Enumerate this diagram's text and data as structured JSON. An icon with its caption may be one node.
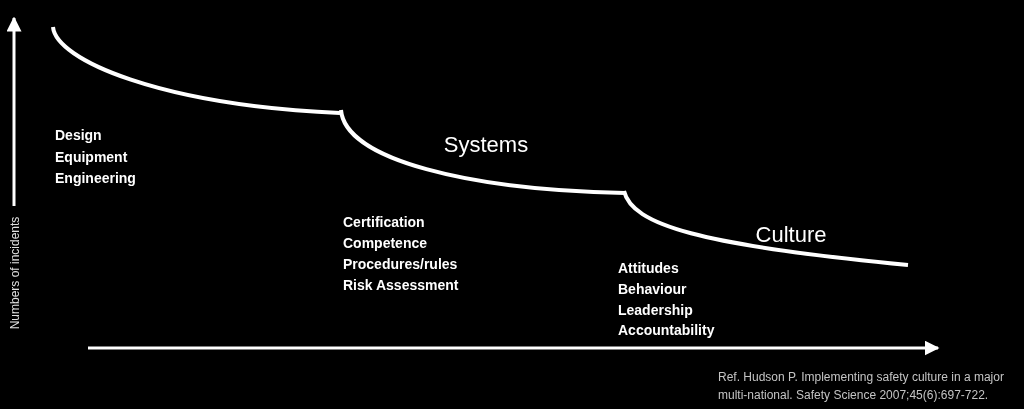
{
  "diagram": {
    "caption": "Ref. Hudson P. Implementing safety culture in a major multi-national.  Safety Science 2007;45(6):697-722.",
    "labels": [
      "Numbers of incidents",
      "Design",
      "Equipment",
      "Engineering",
      "Systems",
      "Certification",
      "Competence",
      "Procedures/rules",
      "Risk Assessment",
      "Culture",
      "Attitudes",
      "Behaviour",
      "Leadership",
      "Accountability"
    ]
  }
}
